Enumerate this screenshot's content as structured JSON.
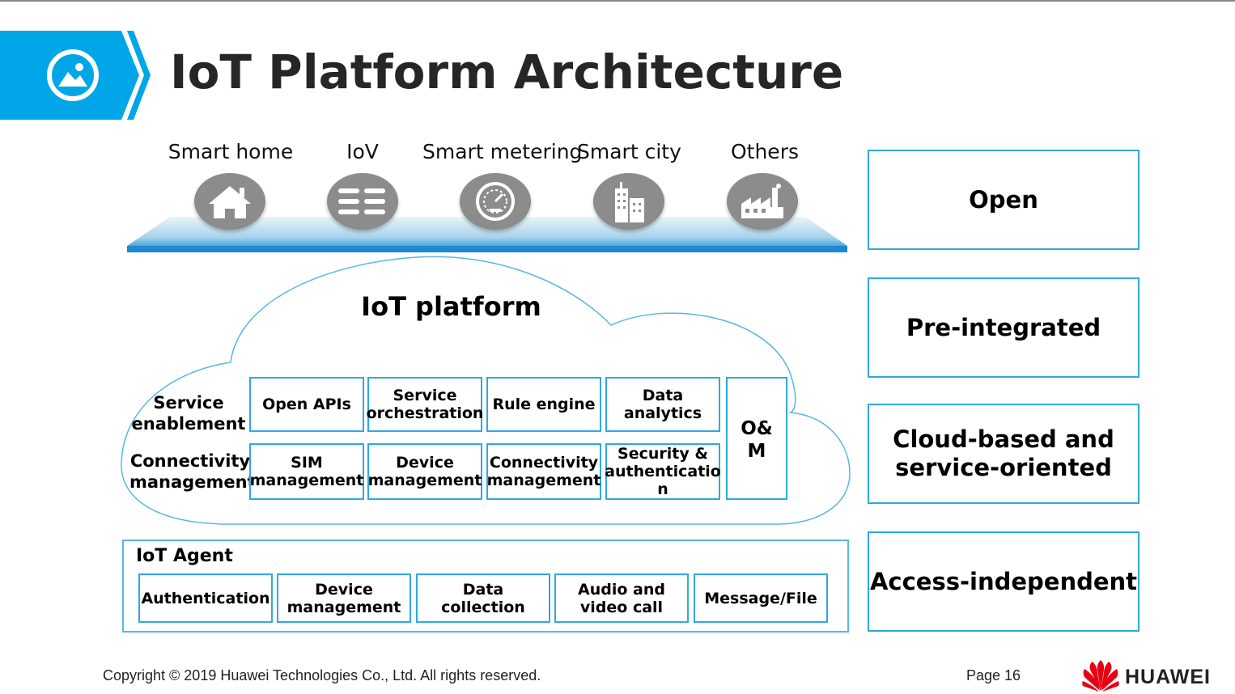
{
  "slide": {
    "title": "IoT Platform Architecture",
    "scenarios": [
      {
        "label": "Smart home",
        "icon": "house-icon"
      },
      {
        "label": "IoV",
        "icon": "vehicles-icon"
      },
      {
        "label": "Smart metering",
        "icon": "meter-icon"
      },
      {
        "label": "Smart city",
        "icon": "city-building-icon"
      },
      {
        "label": "Others",
        "icon": "factory-icon"
      }
    ],
    "platform": {
      "title": "IoT platform",
      "service_row_label": "Service\nenablement",
      "connectivity_row_label": "Connectivity\nmanagement",
      "service_boxes": [
        "Open APIs",
        "Service\norchestration",
        "Rule engine",
        "Data\nanalytics"
      ],
      "connectivity_boxes": [
        "SIM\nmanagement",
        "Device\nmanagement",
        "Connectivity\nmanagement",
        "Security &\nauthenticatio\nn"
      ],
      "om_box": "O&\nM"
    },
    "agent": {
      "title": "IoT Agent",
      "boxes": [
        "Authentication",
        "Device\nmanagement",
        "Data\ncollection",
        "Audio and\nvideo call",
        "Message/File"
      ]
    },
    "features": [
      "Open",
      "Pre-integrated",
      "Cloud-based and\nservice-oriented",
      "Access-independent"
    ],
    "footer": {
      "copyright": "Copyright © 2019 Huawei Technologies Co., Ltd. All rights reserved.",
      "page": "Page 16",
      "brand": "HUAWEI"
    },
    "colors": {
      "accent": "#00a6e8",
      "border": "#2fa9df",
      "icon_bg": "#8c8c8c",
      "brand_red": "#e60012"
    }
  }
}
